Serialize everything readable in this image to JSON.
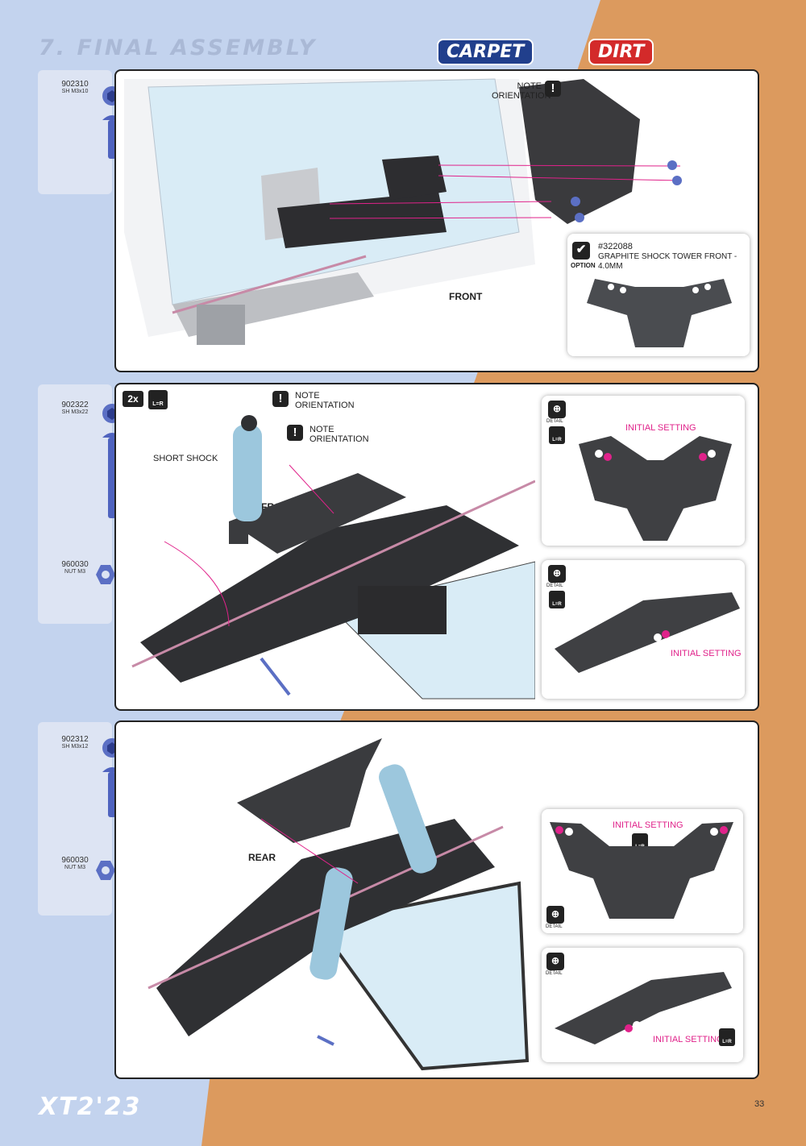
{
  "header": {
    "title": "7. FINAL ASSEMBLY",
    "mode_carpet": "CARPET",
    "mode_dirt": "DIRT"
  },
  "step1": {
    "parts": [
      {
        "code": "902310",
        "desc": "SH M3x10"
      }
    ],
    "note": "NOTE\nORIENTATION",
    "front": "FRONT",
    "option_code": "#322088",
    "option_desc": "GRAPHITE SHOCK TOWER FRONT - 4.0MM",
    "option_label": "OPTION"
  },
  "step2": {
    "parts": [
      {
        "code": "902322",
        "desc": "SH M3x22"
      },
      {
        "code": "960030",
        "desc": "NUT M3"
      }
    ],
    "qty": "2x",
    "lr": "L=R",
    "note1": "NOTE\nORIENTATION",
    "note2": "NOTE\nORIENTATION",
    "short_shock": "SHORT SHOCK",
    "front": "FRONT",
    "detail": "DETAIL",
    "initial_setting_a": "INITIAL SETTING",
    "initial_setting_b": "INITIAL SETTING"
  },
  "step3": {
    "parts": [
      {
        "code": "902312",
        "desc": "SH M3x12"
      },
      {
        "code": "960030",
        "desc": "NUT M3"
      }
    ],
    "rear": "REAR",
    "detail": "DETAIL",
    "lr": "L=R",
    "initial_setting_a": "INITIAL SETTING",
    "initial_setting_b": "INITIAL SETTING"
  },
  "footer": {
    "logo": "XT2'23",
    "page": "33"
  },
  "colors": {
    "accent_pink": "#e0228a",
    "carpet_blue": "#213f8c",
    "dirt_red": "#d32a2a"
  }
}
